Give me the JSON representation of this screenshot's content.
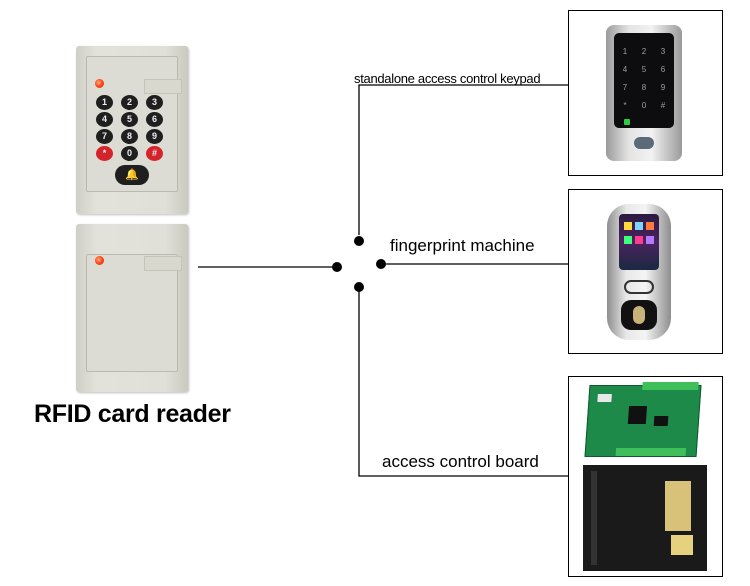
{
  "reader": {
    "caption": "RFID card reader",
    "keys": [
      "1",
      "2",
      "3",
      "4",
      "5",
      "6",
      "7",
      "8",
      "9",
      "*",
      "0",
      "#"
    ],
    "bell_symbol": "🔔"
  },
  "targets": {
    "keypad": {
      "label": "standalone access control keypad",
      "digits": [
        "1",
        "2",
        "3",
        "4",
        "5",
        "6",
        "7",
        "8",
        "9",
        "*",
        "0",
        "#"
      ]
    },
    "fingerprint": {
      "label": "fingerprint machine"
    },
    "board": {
      "label": "access control board"
    }
  },
  "colors": {
    "line": "#000000",
    "led": "#ff4a1a",
    "reader_body": "#e0e0d8",
    "key": "#1f1f1f",
    "key_red": "#d5232b",
    "board": "#1d8a4a"
  }
}
